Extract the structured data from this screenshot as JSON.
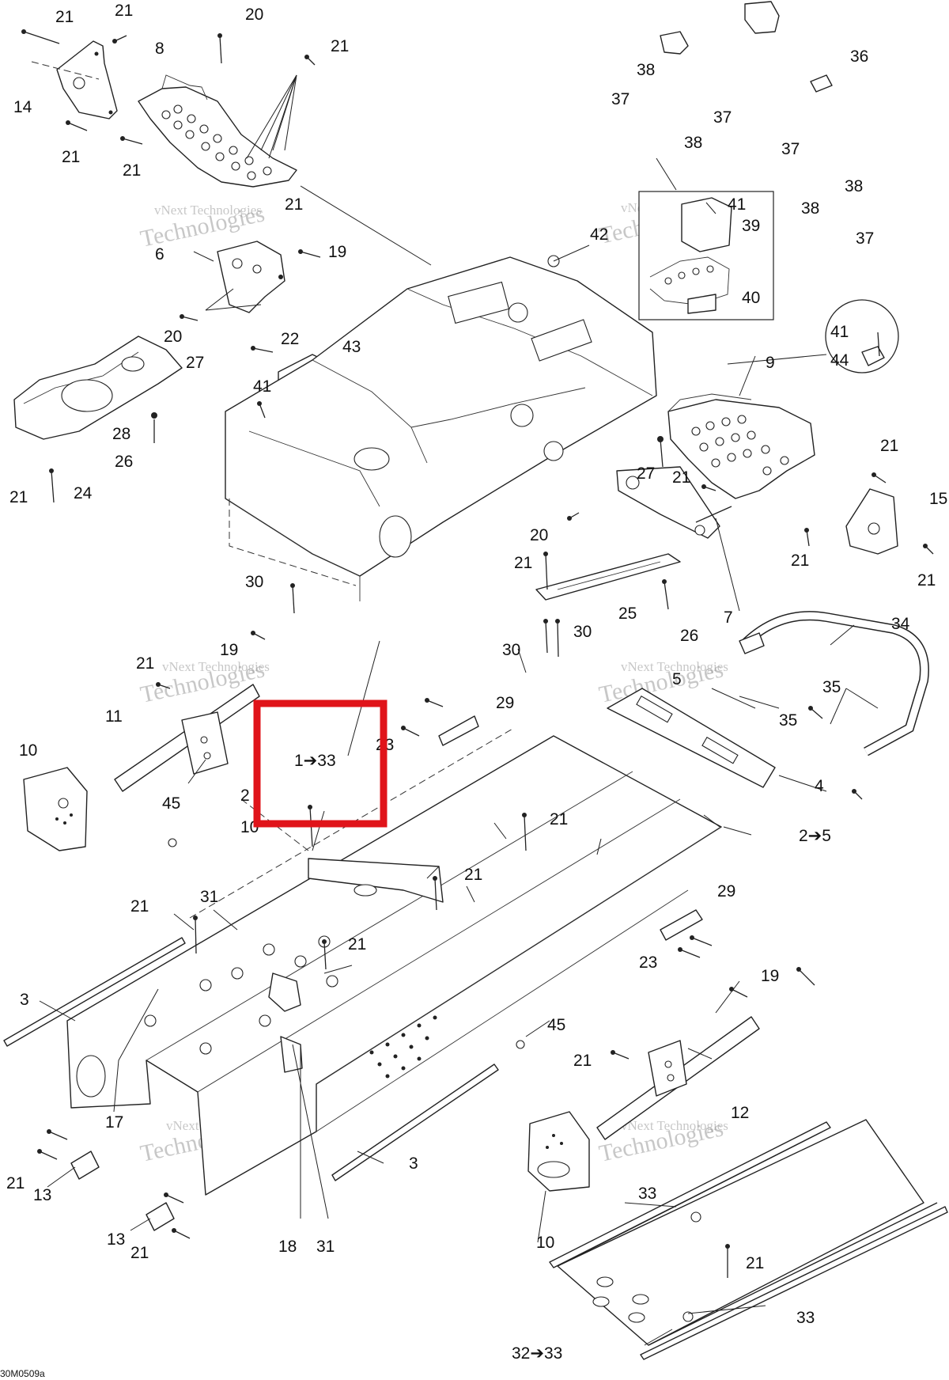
{
  "figure_ref": "30M0509a",
  "watermark": {
    "line1": "vNext Technologies",
    "line2": "Technologies"
  },
  "highlight": {
    "color": "#e0141a",
    "label": "1➔33"
  },
  "callouts": {
    "c1": "21",
    "c2": "21",
    "c3": "20",
    "c4": "21",
    "c5": "8",
    "c6": "14",
    "c7": "21",
    "c8": "21",
    "c9": "21",
    "c10": "6",
    "c11": "19",
    "c12": "20",
    "c13": "22",
    "c14": "43",
    "c15": "41",
    "c16": "27",
    "c17": "28",
    "c18": "26",
    "c19": "21",
    "c20": "24",
    "c21": "42",
    "c22": "38",
    "c23": "37",
    "c24": "37",
    "c25": "38",
    "c26": "36",
    "c27": "37",
    "c28": "38",
    "c29": "38",
    "c30": "37",
    "c31": "41",
    "c32": "39",
    "c33": "40",
    "c34": "41",
    "c35": "44",
    "c36": "9",
    "c37": "27",
    "c38": "21",
    "c39": "21",
    "c40": "15",
    "c41": "20",
    "c42": "21",
    "c43": "21",
    "c44": "21",
    "c45": "25",
    "c46": "7",
    "c47": "26",
    "c48": "30",
    "c49": "30",
    "c50": "30",
    "c51": "34",
    "c52": "35",
    "c53": "35",
    "c54": "4",
    "c55": "5",
    "c56": "29",
    "c57": "23",
    "c58": "19",
    "c59": "21",
    "c60": "11",
    "c61": "10",
    "c62": "45",
    "c63": "2",
    "c64": "10",
    "c65": "21",
    "c66": "2➔5",
    "c67": "21",
    "c68": "31",
    "c69": "21",
    "c70": "21",
    "c71": "3",
    "c72": "29",
    "c73": "23",
    "c74": "19",
    "c75": "45",
    "c76": "21",
    "c77": "12",
    "c78": "17",
    "c79": "3",
    "c80": "21",
    "c81": "13",
    "c82": "13",
    "c83": "21",
    "c84": "18",
    "c85": "31",
    "c86": "10",
    "c87": "33",
    "c88": "21",
    "c89": "33",
    "c90": "32➔33"
  }
}
